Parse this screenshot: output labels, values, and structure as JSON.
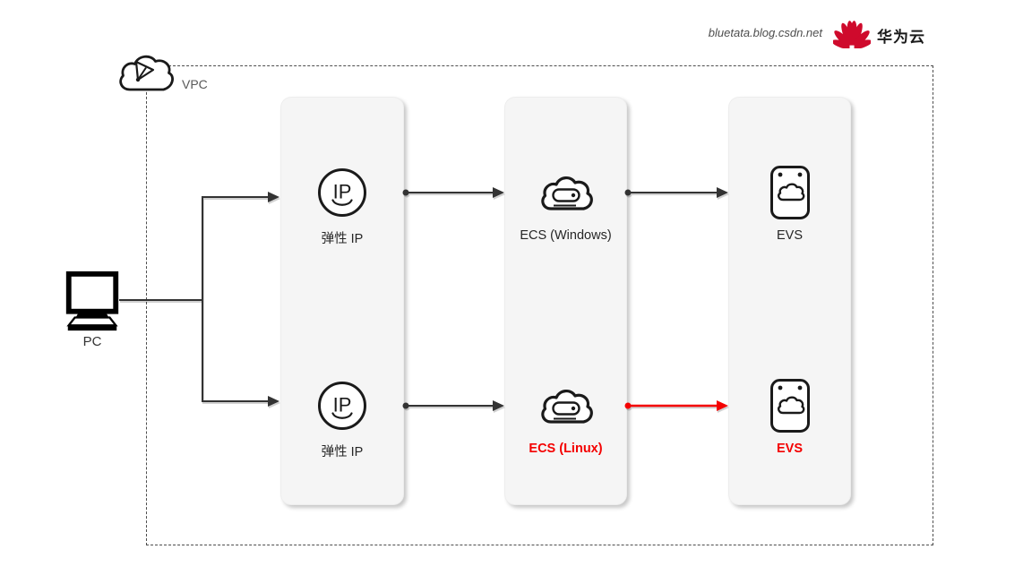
{
  "watermark": {
    "text": "bluetata.blog.csdn.net",
    "brand": "华为云"
  },
  "vpc": {
    "label": "VPC"
  },
  "pc": {
    "label": "PC"
  },
  "cards": [
    {
      "name": "elastic-ip-column",
      "items": [
        {
          "icon": "elastic-ip-icon",
          "label": "弹性 IP",
          "red": false
        },
        {
          "icon": "elastic-ip-icon",
          "label": "弹性 IP",
          "red": false
        }
      ]
    },
    {
      "name": "ecs-column",
      "items": [
        {
          "icon": "ecs-cloud-icon",
          "label": "ECS (Windows)",
          "red": false
        },
        {
          "icon": "ecs-cloud-icon",
          "label": "ECS (Linux)",
          "red": true
        }
      ]
    },
    {
      "name": "evs-column",
      "items": [
        {
          "icon": "evs-disk-icon",
          "label": "EVS",
          "red": false
        },
        {
          "icon": "evs-disk-icon",
          "label": "EVS",
          "red": true
        }
      ]
    }
  ],
  "connections": [
    {
      "from": "PC",
      "to": "弹性 IP (top)",
      "color": "dark"
    },
    {
      "from": "PC",
      "to": "弹性 IP (bottom)",
      "color": "dark"
    },
    {
      "from": "弹性 IP (top)",
      "to": "ECS (Windows)",
      "color": "dark"
    },
    {
      "from": "ECS (Windows)",
      "to": "EVS (top)",
      "color": "dark"
    },
    {
      "from": "弹性 IP (bottom)",
      "to": "ECS (Linux)",
      "color": "dark"
    },
    {
      "from": "ECS (Linux)",
      "to": "EVS (bottom)",
      "color": "red"
    }
  ],
  "colors": {
    "accent_red": "#f40000",
    "line_dark": "#333333",
    "card_bg": "#f5f5f5",
    "brand_red": "#CF0A2C",
    "dash_border": "#4d4d4d"
  }
}
